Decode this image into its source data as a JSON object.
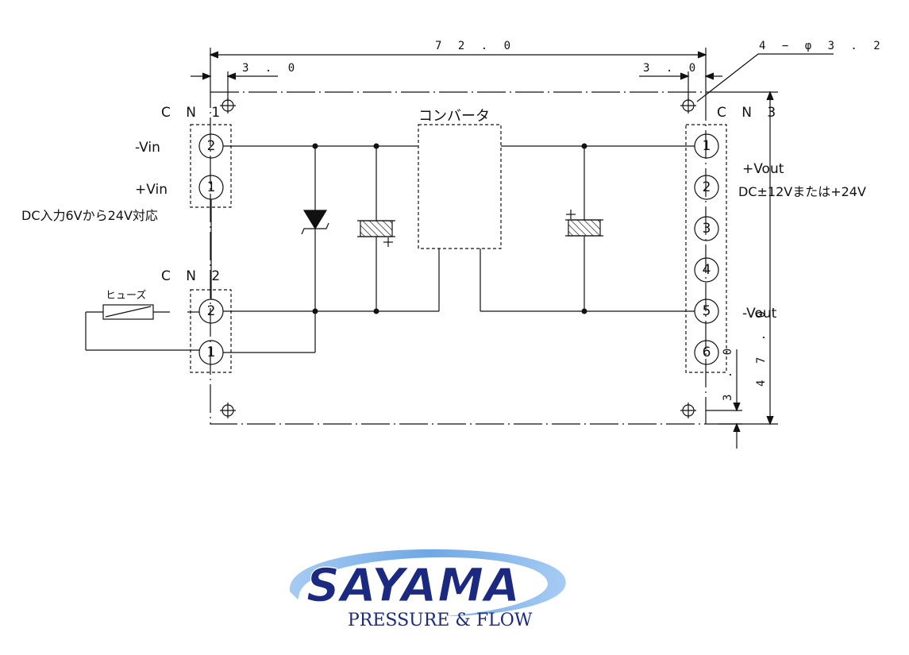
{
  "dimensions": {
    "width": "7 2 . 0",
    "height": "4 7 . 0",
    "left_offset": "3 . 0",
    "right_offset": "3 . 0",
    "vertical_offset": "3 . 0",
    "holes": "4 − φ 3 . 2"
  },
  "connectors": {
    "cn1": {
      "title": "C N 1",
      "pins": [
        "2",
        "1"
      ],
      "labels": [
        "-Vin",
        "+Vin"
      ],
      "note": "DC入力6Vから24V対応"
    },
    "cn2": {
      "title": "C N 2",
      "pins": [
        "2",
        "1"
      ],
      "fuse": "ヒューズ"
    },
    "cn3": {
      "title": "C N 3",
      "pins": [
        "1",
        "2",
        "3",
        "4",
        "5",
        "6"
      ],
      "labels": [
        "+Vout",
        "DC±12Vまたは+24V",
        "-Vout"
      ]
    }
  },
  "converter": "コンバータ",
  "logo": {
    "name": "SAYAMA",
    "tagline": "PRESSURE & FLOW",
    "primary": "#1b2a80",
    "accent": "#6aa8e8"
  }
}
